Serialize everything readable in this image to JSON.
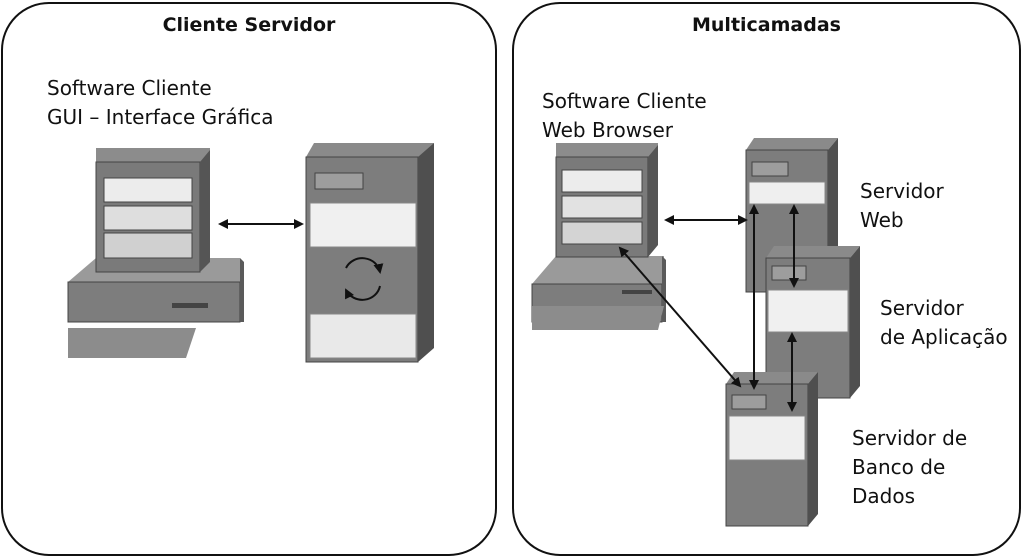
{
  "left_panel": {
    "title": "Cliente Servidor",
    "client_label_line1": "Software Cliente",
    "client_label_line2": "GUI – Interface Gráfica"
  },
  "right_panel": {
    "title": "Multicamadas",
    "client_label_line1": "Software Cliente",
    "client_label_line2": "Web Browser",
    "web_server_line1": "Servidor",
    "web_server_line2": "Web",
    "app_server_line1": "Servidor",
    "app_server_line2": "de Aplicação",
    "db_server_line1": "Servidor de",
    "db_server_line2": "Banco de",
    "db_server_line3": "Dados"
  }
}
